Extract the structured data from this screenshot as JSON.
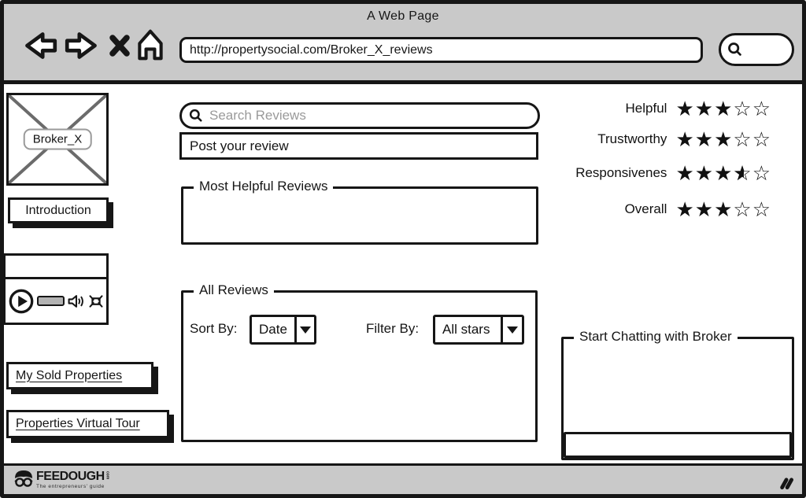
{
  "window": {
    "title": "A Web Page",
    "url": "http://propertysocial.com/Broker_X_reviews"
  },
  "sidebar": {
    "broker_image_label": "Broker_X",
    "introduction_button": "Introduction",
    "my_sold_properties_link": "My Sold Properties",
    "properties_virtual_tour_link": "Properties Virtual Tour"
  },
  "reviews": {
    "search_placeholder": "Search Reviews",
    "post_review_value": "Post your review",
    "most_helpful_title": "Most Helpful Reviews",
    "all_reviews_title": "All Reviews",
    "sort_by_label": "Sort By:",
    "sort_by_value": "Date",
    "filter_by_label": "Filter By:",
    "filter_by_value": "All stars"
  },
  "ratings": {
    "max": 5,
    "items": [
      {
        "label": "Helpful",
        "value": 3
      },
      {
        "label": "Trustworthy",
        "value": 3
      },
      {
        "label": "Responsivenes",
        "value": 3.5
      },
      {
        "label": "Overall",
        "value": 3
      }
    ]
  },
  "chat": {
    "title": "Start Chatting with Broker",
    "input_value": ""
  },
  "footer": {
    "brand": "FEEDOUGH",
    "brand_suffix": "com",
    "tagline": "The entrepreneurs' guide"
  },
  "colors": {
    "chrome_gray": "#c9c9c9",
    "ink": "#161616",
    "progress_fill": "#b3b3b3",
    "placeholder_gray": "#9a9a9a"
  }
}
